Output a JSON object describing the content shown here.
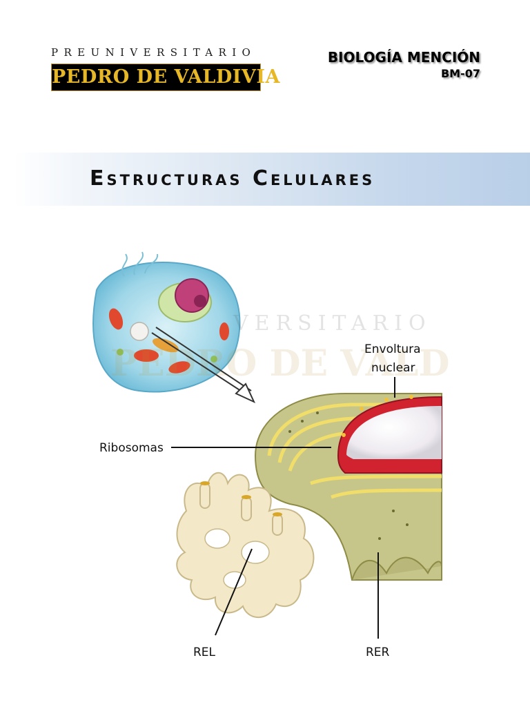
{
  "header": {
    "logo_top_text": "PREUNIVERSITARIO",
    "logo_main_text": "PEDRO DE VALDIVIA",
    "subject": "BIOLOGÍA MENCIÓN",
    "code": "BM-07"
  },
  "title": "Estructuras Celulares",
  "figure": {
    "labels": {
      "envoltura_line1": "Envoltura",
      "envoltura_line2": "nuclear",
      "ribosomas": "Ribosomas",
      "rel": "REL",
      "rer": "RER"
    }
  },
  "colors": {
    "logo_gold": "#e6b726",
    "banner_blue": "#c5d7ec"
  }
}
